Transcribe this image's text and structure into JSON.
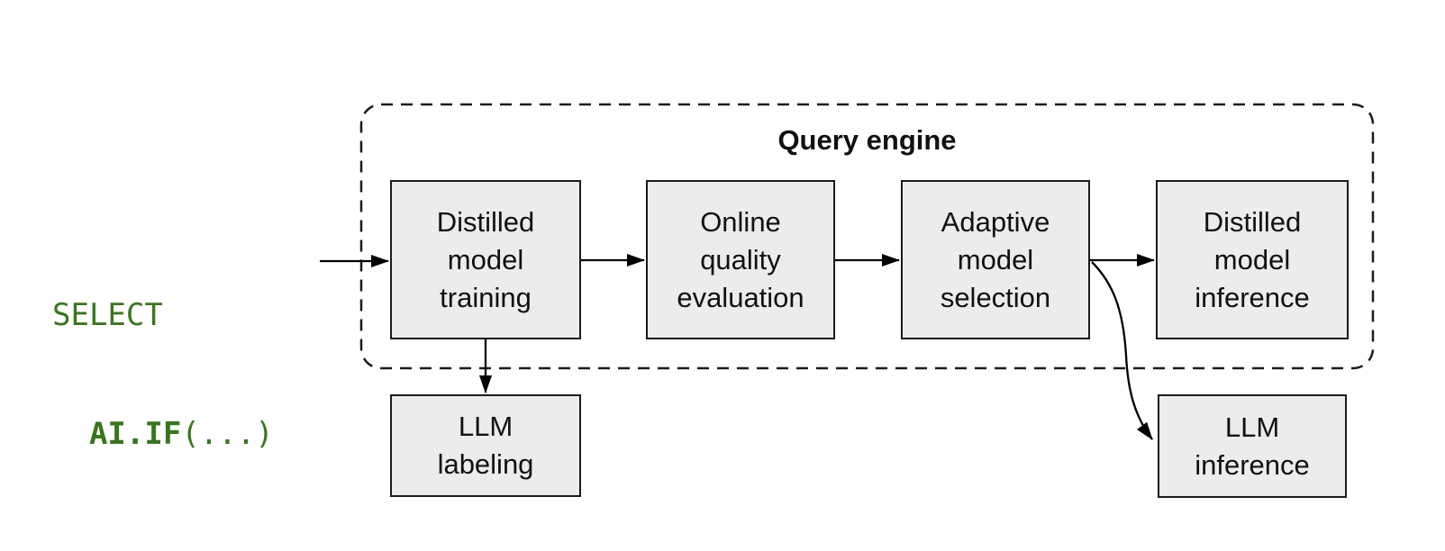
{
  "code": {
    "line1": "SELECT",
    "indent": "  ",
    "func": "AI.IF",
    "args": "(...)"
  },
  "engine": {
    "title": "Query engine"
  },
  "nodes": {
    "training": "Distilled\nmodel\ntraining",
    "evaluation": "Online\nquality\nevaluation",
    "selection": "Adaptive\nmodel\nselection",
    "distilled_inference": "Distilled\nmodel\ninference",
    "llm_labeling": "LLM\nlabeling",
    "llm_inference": "LLM\ninference"
  },
  "colors": {
    "background": "#ffffff",
    "node_fill": "#ececec",
    "node_border": "#1a1a1a",
    "arrow": "#000000",
    "code_green": "#38761d",
    "title_text": "#111111"
  }
}
